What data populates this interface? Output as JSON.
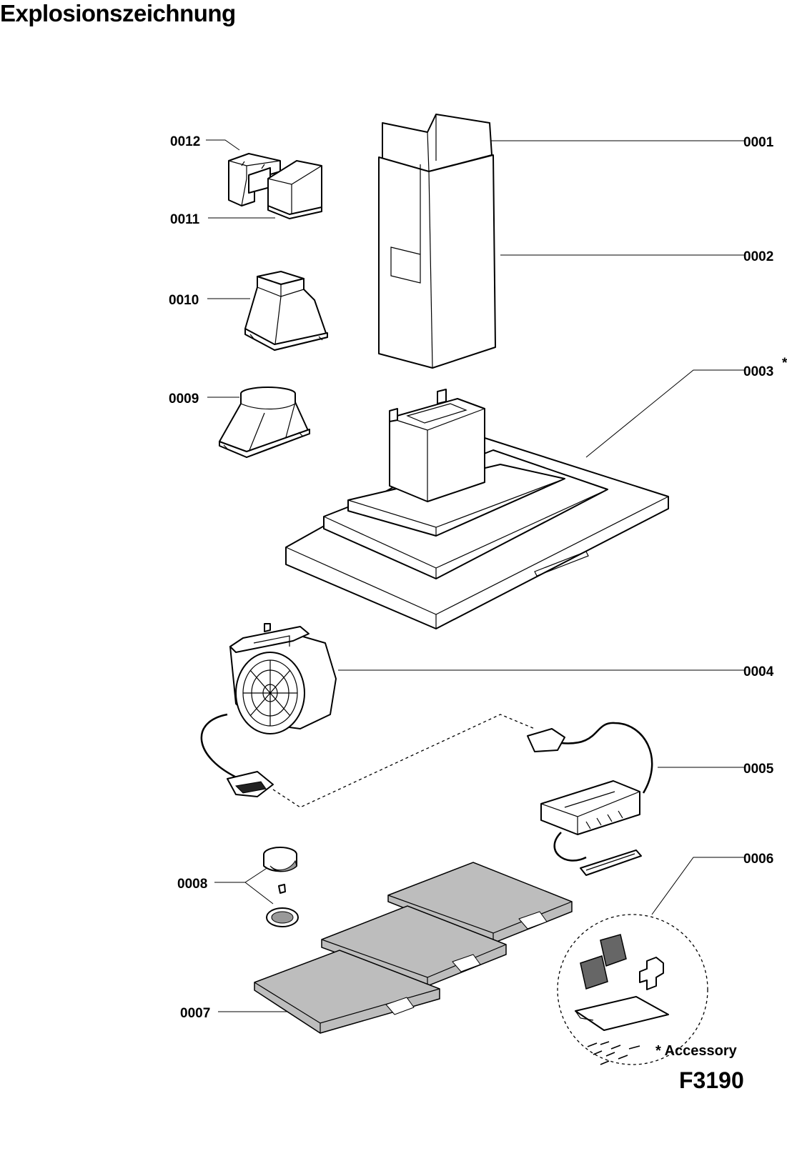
{
  "title": "Explosionszeichnung",
  "parts": [
    {
      "id": "0001",
      "label": "0001"
    },
    {
      "id": "0002",
      "label": "0002"
    },
    {
      "id": "0003",
      "label": "0003",
      "marker": "*"
    },
    {
      "id": "0004",
      "label": "0004"
    },
    {
      "id": "0005",
      "label": "0005"
    },
    {
      "id": "0006",
      "label": "0006"
    },
    {
      "id": "0007",
      "label": "0007"
    },
    {
      "id": "0008",
      "label": "0008"
    },
    {
      "id": "0009",
      "label": "0009"
    },
    {
      "id": "0010",
      "label": "0010"
    },
    {
      "id": "0011",
      "label": "0011"
    },
    {
      "id": "0012",
      "label": "0012"
    }
  ],
  "footer": {
    "accessory_note": "* Accessory",
    "drawing_code": "F3190"
  }
}
